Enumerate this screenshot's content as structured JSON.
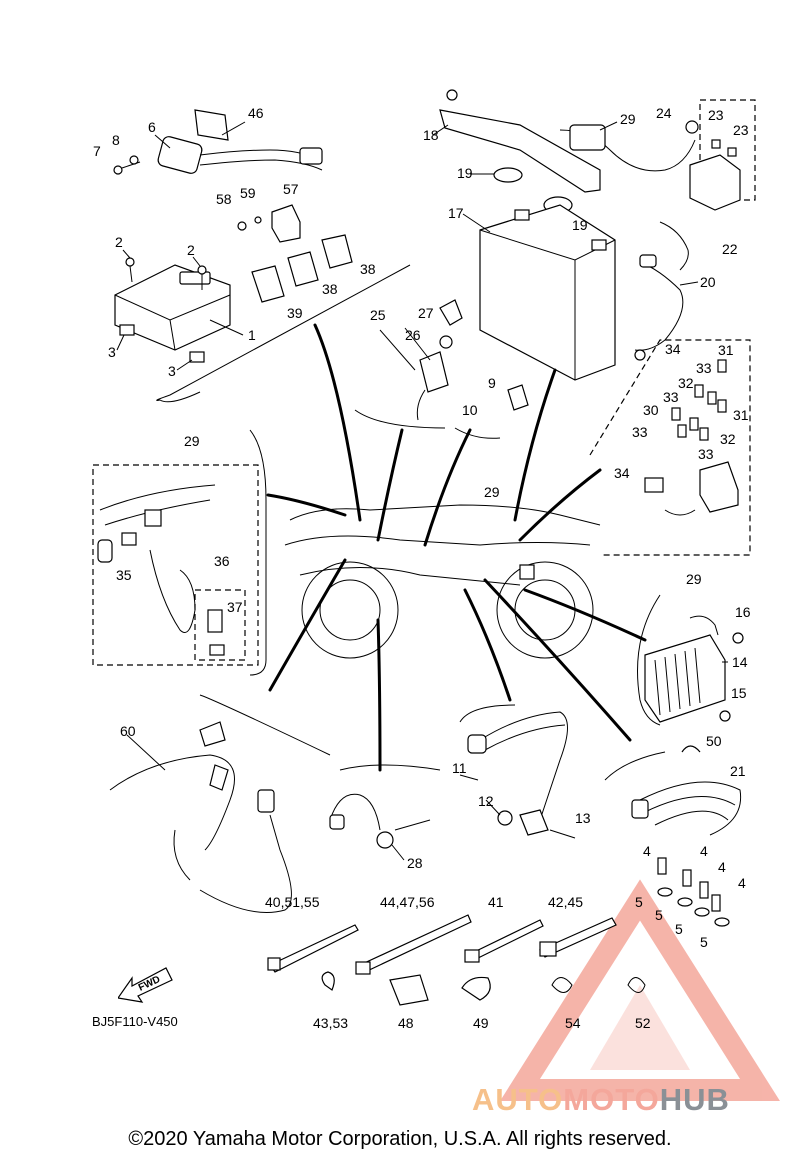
{
  "diagram_code": "BJ5F110-V450",
  "fwd_label": "FWD",
  "copyright": "©2020 Yamaha Motor Corporation, U.S.A. All rights reserved.",
  "watermark": {
    "auto": "AUTO",
    "moto": "MOTO",
    "hub": "HUB",
    "color_accent": "#f4a79b",
    "color_gray": "#9aa0a6"
  },
  "callouts": {
    "c1": "1",
    "c2a": "2",
    "c2b": "2",
    "c3a": "3",
    "c3b": "3",
    "c4a": "4",
    "c4b": "4",
    "c4c": "4",
    "c4d": "4",
    "c5a": "5",
    "c5b": "5",
    "c5c": "5",
    "c5d": "5",
    "c6": "6",
    "c7": "7",
    "c8": "8",
    "c9": "9",
    "c10": "10",
    "c11": "11",
    "c12": "12",
    "c13": "13",
    "c14": "14",
    "c15": "15",
    "c16": "16",
    "c17": "17",
    "c18": "18",
    "c19a": "19",
    "c19b": "19",
    "c20": "20",
    "c21": "21",
    "c22": "22",
    "c23a": "23",
    "c23b": "23",
    "c24": "24",
    "c25": "25",
    "c26": "26",
    "c27": "27",
    "c28": "28",
    "c29a": "29",
    "c29b": "29",
    "c29c": "29",
    "c29d": "29",
    "c30": "30",
    "c31a": "31",
    "c31b": "31",
    "c32a": "32",
    "c32b": "32",
    "c33a": "33",
    "c33b": "33",
    "c33c": "33",
    "c33d": "33",
    "c34a": "34",
    "c34b": "34",
    "c35": "35",
    "c36": "36",
    "c37": "37",
    "c38a": "38",
    "c38b": "38",
    "c39": "39",
    "c40": "40,51,55",
    "c41": "41",
    "c42": "42,45",
    "c43": "43,53",
    "c44": "44,47,56",
    "c46": "46",
    "c48": "48",
    "c49": "49",
    "c50": "50",
    "c52": "52",
    "c54": "54",
    "c57": "57",
    "c58": "58",
    "c59": "59",
    "c60": "60"
  }
}
